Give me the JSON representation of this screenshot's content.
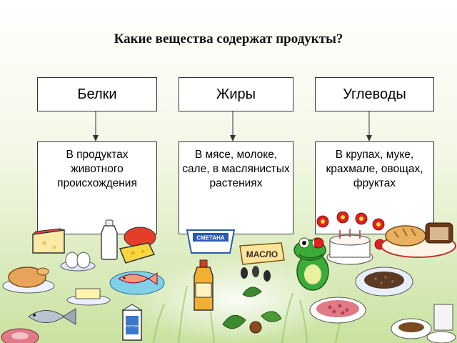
{
  "title": "Какие вещества содержат продукты?",
  "columns": [
    {
      "header": "Белки",
      "text": "В продуктах животного происхождения"
    },
    {
      "header": "Жиры",
      "text": "В мясе, молоке, сале, в маслянистых растениях"
    },
    {
      "header": "Углеводы",
      "text": "В крупах, муке, крахмале, овощах, фруктах"
    }
  ],
  "food_labels": {
    "smetana": "СМЕТАНА",
    "maslo": "МАСЛО",
    "prostokvasha": "ПРОСТОКВ."
  },
  "colors": {
    "frame_border": "#333333",
    "background_green": "#cfe8a8"
  }
}
